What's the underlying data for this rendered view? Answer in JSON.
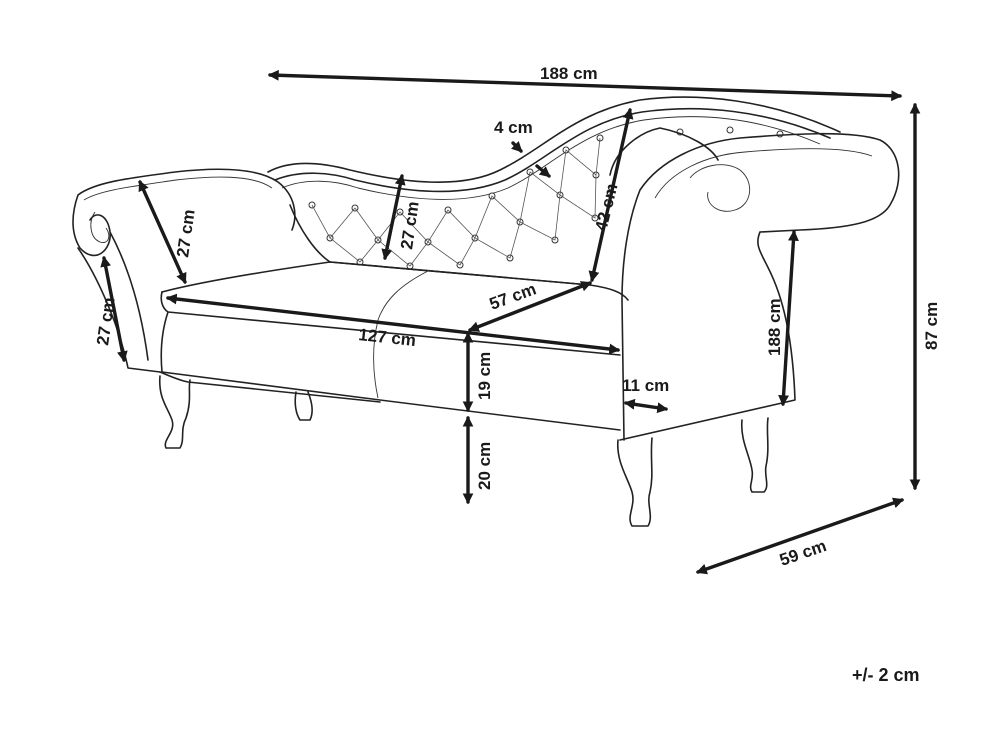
{
  "dimensions": {
    "overall_width": "188 cm",
    "overall_height": "87 cm",
    "overall_depth": "59 cm",
    "backrest_thickness": "4 cm",
    "left_arm_depth": "27 cm",
    "left_arm_height": "27 cm",
    "backrest_height": "27 cm",
    "backrest_height_right": "42 cm",
    "seat_depth": "57 cm",
    "seat_width": "127 cm",
    "seat_cushion_height": "19 cm",
    "leg_height": "20 cm",
    "arm_width": "11 cm",
    "seat_length": "188 cm"
  },
  "tolerance_note": "+/- 2 cm"
}
